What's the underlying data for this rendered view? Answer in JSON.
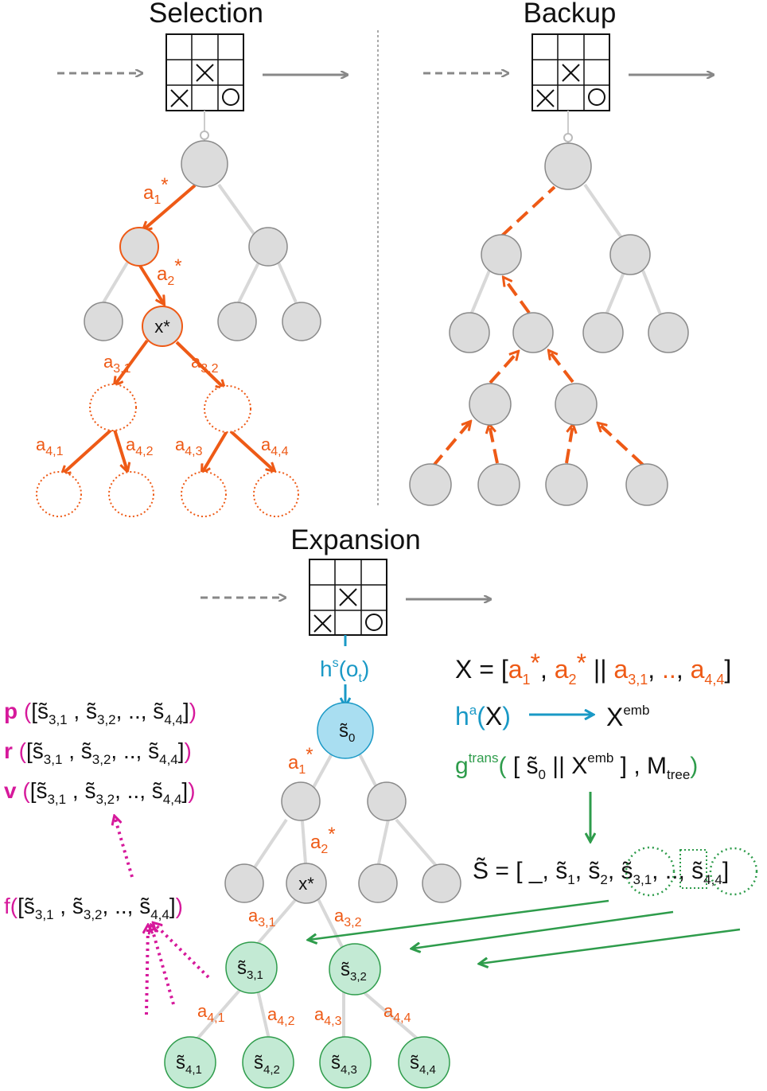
{
  "titles": {
    "selection": "Selection",
    "backup": "Backup",
    "expansion": "Expansion"
  },
  "board_marks": {
    "row1": [
      "",
      "X",
      ""
    ],
    "row2": [
      "X",
      "",
      "O"
    ]
  },
  "selection": {
    "a1": "a",
    "a1_sub": "1",
    "a2": "a",
    "a2_sub": "2",
    "star": "*",
    "xstar": "x*",
    "a31_sub": "3,1",
    "a32_sub": "3,2",
    "a41_sub": "4,1",
    "a42_sub": "4,2",
    "a43_sub": "4,3",
    "a44_sub": "4,4"
  },
  "expansion": {
    "hs": "h",
    "hs_sup": "s",
    "ot": "(o",
    "ot_sub": "t",
    "ot_close": ")",
    "s0": "s̃",
    "s0_sub": "0",
    "a1_sub": "1",
    "a2_sub": "2",
    "xstar": "x*",
    "a31_sub": "3,1",
    "a32_sub": "3,2",
    "a41_sub": "4,1",
    "a42_sub": "4,2",
    "a43_sub": "4,3",
    "a44_sub": "4,4",
    "green_nodes": [
      {
        "sym": "s̃",
        "sub": "3,1"
      },
      {
        "sym": "s̃",
        "sub": "3,2"
      },
      {
        "sym": "s̃",
        "sub": "4,1"
      },
      {
        "sym": "s̃",
        "sub": "4,2"
      },
      {
        "sym": "s̃",
        "sub": "4,3"
      },
      {
        "sym": "s̃",
        "sub": "4,4"
      }
    ]
  },
  "equations": {
    "x_eq": "X = [",
    "bar": " || ",
    "comma": ", ",
    "dots": "..",
    "close": "]",
    "ha": "h",
    "ha_sup": "a",
    "ha_arg": "(X)",
    "xemb": "X",
    "emb": "emb",
    "g": "g",
    "g_sup": "trans",
    "g_open": "( [ ",
    "g_mid": " || X",
    "g_close": " ] , M",
    "tree": "tree",
    "paren": ")",
    "S_eq": "S̃ = [ _, s̃",
    "s_list_1": "1",
    "s_list_2": "2"
  },
  "heads": {
    "p": "p",
    "r": "r",
    "v": "v",
    "f": "f",
    "args": "([s̃",
    "sub31": "3,1",
    "sep": " , s̃",
    "sub32": "3,2",
    "mid": ", .., s̃",
    "sub44": "4,4",
    "end": "])"
  },
  "colors": {
    "orange": "#ee5a16",
    "blue": "#1a99c6",
    "green": "#2e9c4b",
    "magenta": "#d6199b",
    "node_gray": "#dcdcdc",
    "node_green": "#c3ead4",
    "node_blue": "#a9def1"
  }
}
